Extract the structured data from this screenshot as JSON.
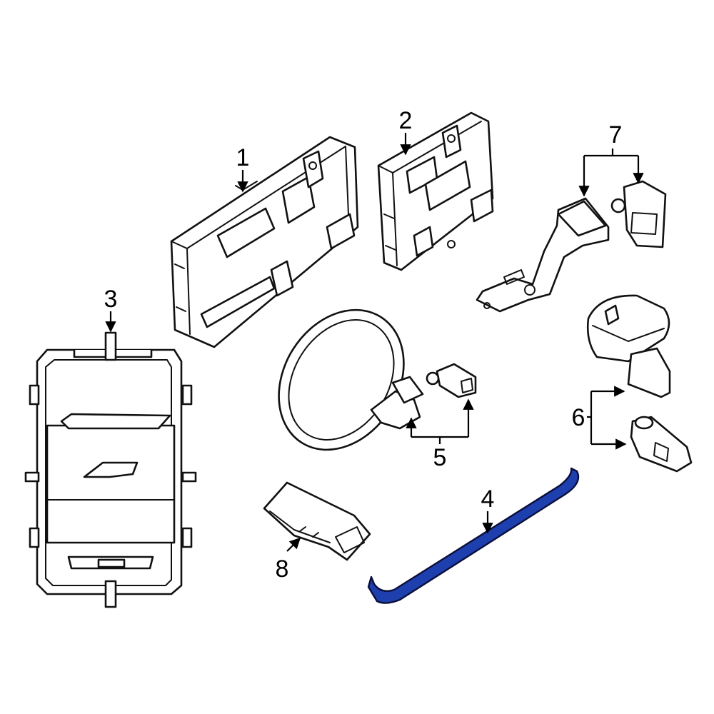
{
  "diagram": {
    "highlight_color": "#1e3fae",
    "line_color": "#111111",
    "callouts": [
      {
        "id": "1",
        "label": "1"
      },
      {
        "id": "2",
        "label": "2"
      },
      {
        "id": "3",
        "label": "3"
      },
      {
        "id": "4",
        "label": "4"
      },
      {
        "id": "5",
        "label": "5"
      },
      {
        "id": "6",
        "label": "6"
      },
      {
        "id": "7",
        "label": "7"
      },
      {
        "id": "8",
        "label": "8"
      }
    ],
    "highlighted_part": "4"
  }
}
